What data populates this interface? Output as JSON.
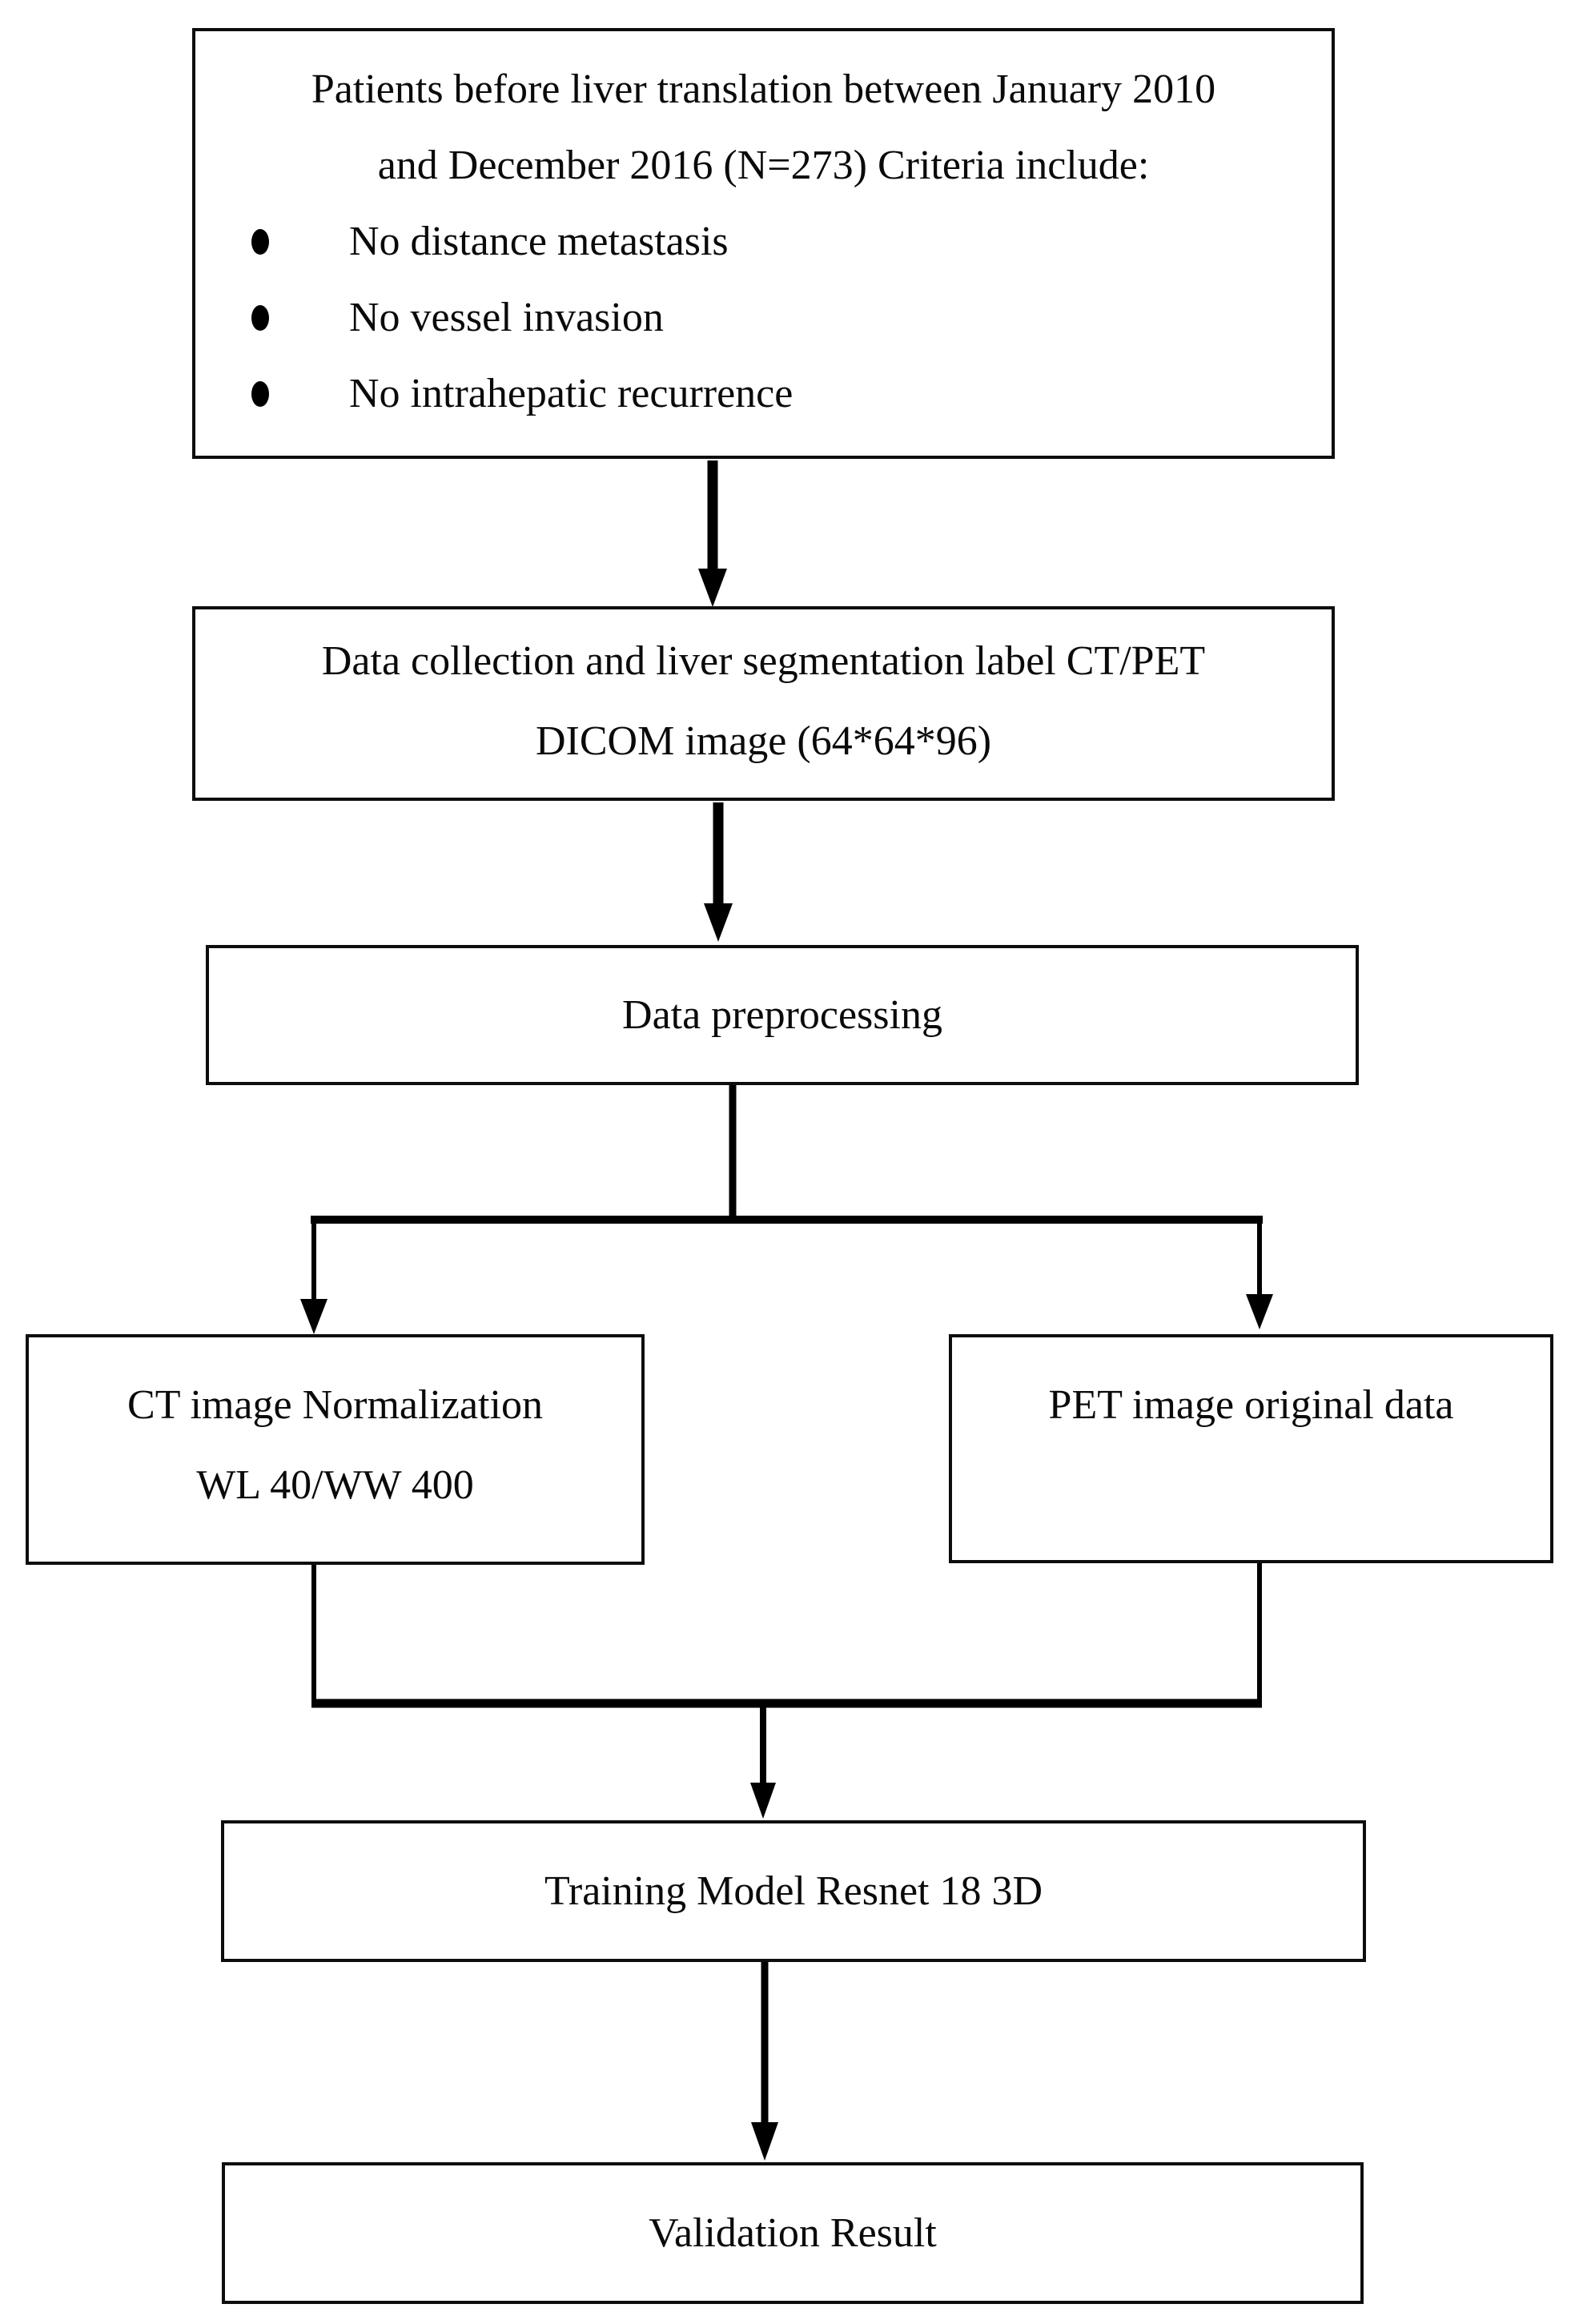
{
  "diagram": {
    "type": "flowchart",
    "colors": {
      "line": "#000000",
      "text": "#0a0a0a",
      "box_fill": "#ffffff",
      "background": "#ffffff"
    },
    "nodes": {
      "patients": {
        "line1": "Patients before liver translation between January 2010",
        "line2": "and December 2016 (N=273) Criteria include:",
        "bullets": [
          "No distance metastasis",
          "No vessel invasion",
          "No intrahepatic recurrence"
        ]
      },
      "data_collection": {
        "line1": "Data collection and liver segmentation label CT/PET",
        "line2": "DICOM image (64*64*96)"
      },
      "preprocessing": {
        "line1": "Data preprocessing"
      },
      "ct_branch": {
        "line1": "CT image Normalization",
        "line2": "WL 40/WW 400"
      },
      "pet_branch": {
        "line1": "PET image original data"
      },
      "training": {
        "line1": "Training Model Resnet 18 3D"
      },
      "validation": {
        "line1": "Validation Result"
      }
    },
    "edges": [
      "patients -> data_collection",
      "data_collection -> preprocessing",
      "preprocessing -> ct_branch",
      "preprocessing -> pet_branch",
      "ct_branch -> training",
      "pet_branch -> training",
      "training -> validation"
    ]
  }
}
